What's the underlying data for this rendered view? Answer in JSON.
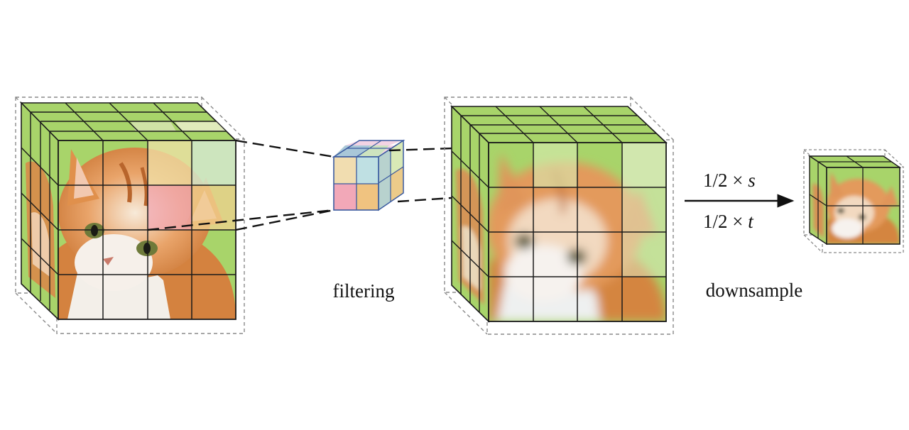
{
  "labels": {
    "filtering": "filtering",
    "downsample": "downsample",
    "spatial_factor": "1/2 × ",
    "spatial_symbol": "s",
    "temporal_factor": "1/2 × ",
    "temporal_symbol": "t"
  },
  "colors": {
    "grass": "#a8d46a",
    "grass_dark": "#8fc456",
    "grid_line": "#1a1a1a",
    "dashed_box": "#8a8a8a",
    "fur_orange": "#d9894a",
    "fur_light": "#f1d2b4",
    "white_fur": "#f3efe9",
    "kernel_edge": "#3a5aa0",
    "kernel_cells": [
      "#f1ddb0",
      "#bfe0e3",
      "#f2a8b8",
      "#f0c380",
      "#cde3bf",
      "#f3d3e4",
      "#a9c7d8",
      "#d9e9b6"
    ]
  },
  "diagram": {
    "stages": [
      "input-video-cube",
      "filter-kernel",
      "filtered-video-cube",
      "downsampled-video-cube"
    ],
    "grid": {
      "input_cells": 4,
      "filtered_cells": 4,
      "downsampled_cells": 2,
      "kernel_cells": 2
    }
  }
}
